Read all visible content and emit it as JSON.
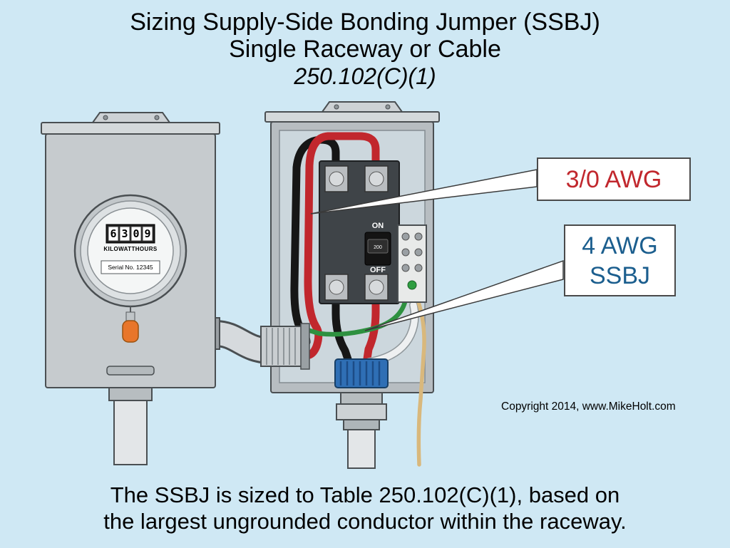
{
  "title": {
    "line1": "Sizing Supply-Side Bonding Jumper (SSBJ)",
    "line2": "Single Raceway or Cable",
    "line3": "250.102(C)(1)"
  },
  "meter": {
    "digits": [
      "6",
      "3",
      "0",
      "9"
    ],
    "units_label": "KILOWATTHOURS",
    "serial_label": "Serial No. 12345"
  },
  "breaker": {
    "on_label": "ON",
    "off_label": "OFF",
    "amp_rating": "200"
  },
  "callouts": {
    "ungrounded_label": "3/0 AWG",
    "ssbj_line1": "4 AWG",
    "ssbj_line2": "SSBJ"
  },
  "copyright": "Copyright 2014, www.MikeHolt.com",
  "caption": {
    "line1": "The SSBJ is sized to Table 250.102(C)(1), based on",
    "line2": "the largest ungrounded conductor within the raceway."
  },
  "colors": {
    "background": "#cfe8f4",
    "enclosure_grey": "#c6cbce",
    "interior_blue_grey": "#ccd7dd",
    "breaker_dark": "#3f4448",
    "wire_black": "#161616",
    "wire_red": "#c1272d",
    "wire_green": "#2e9140",
    "wire_white": "#eef0f1",
    "wire_tan": "#d9b87c",
    "hub_blue": "#2f6fb5",
    "seal_orange": "#e8762a",
    "callout_red_text": "#c1272d",
    "callout_blue_text": "#1b5e8e"
  }
}
